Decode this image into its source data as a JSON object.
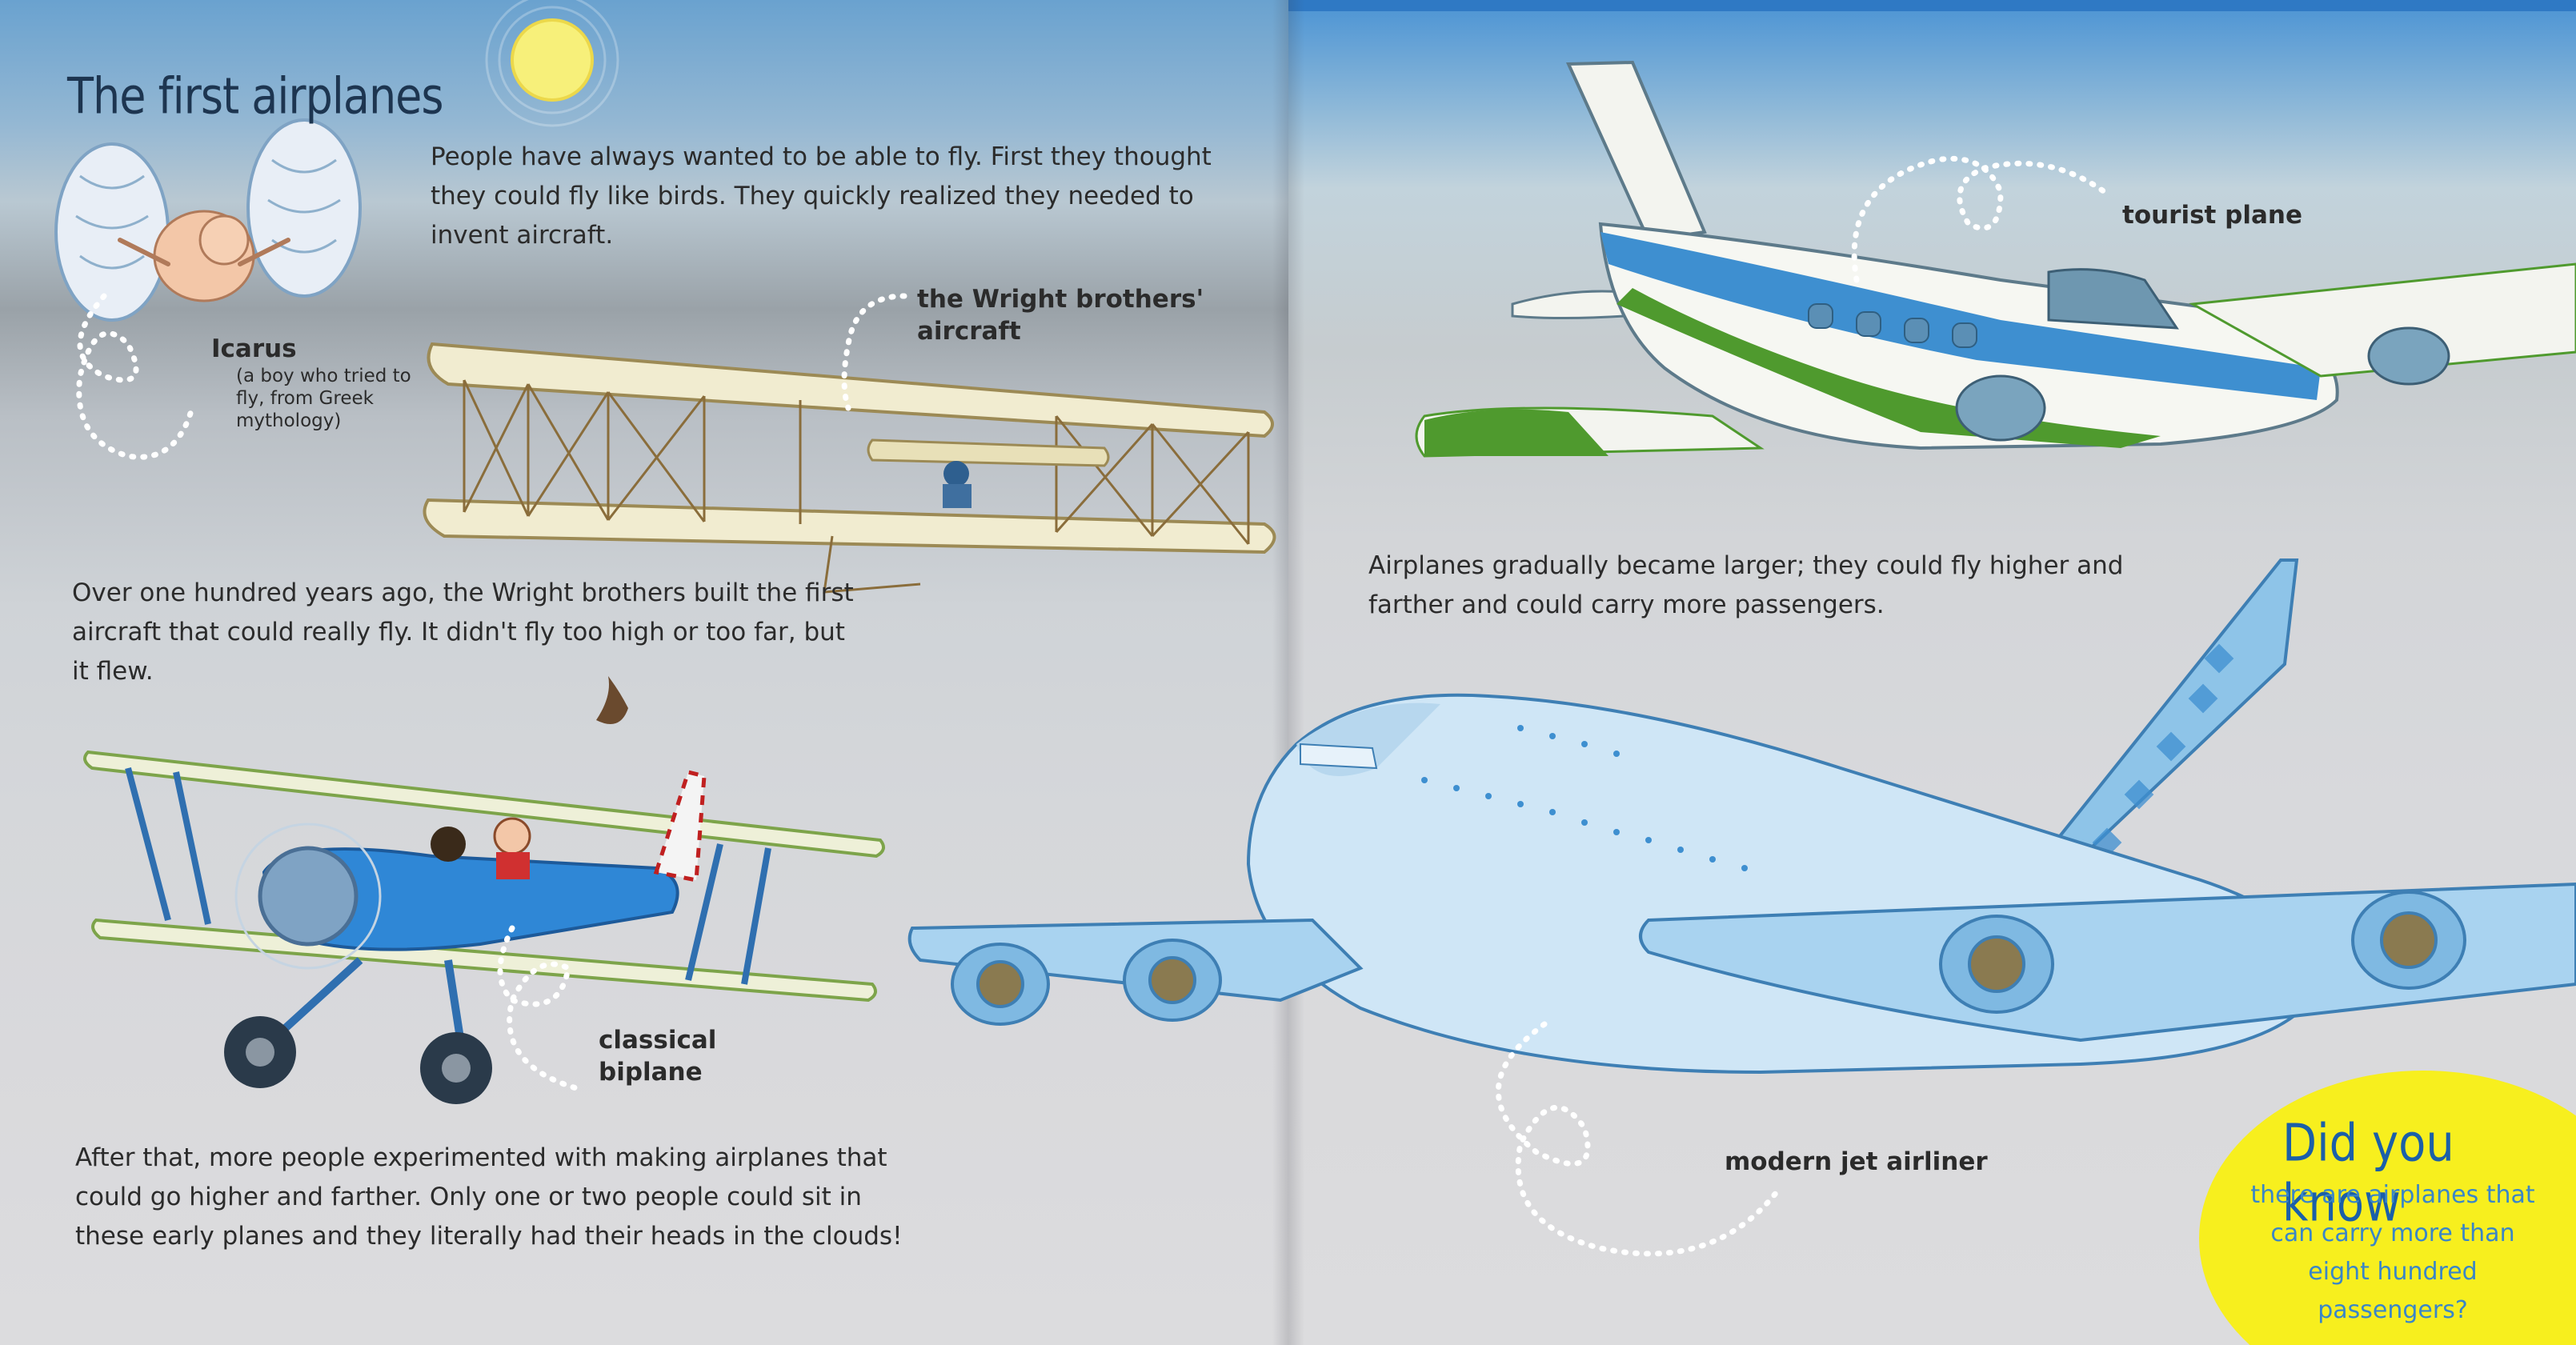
{
  "left_page": {
    "title": "The first airplanes",
    "intro": "People have always wanted to be able to fly. First they thought they could fly like birds. They quickly realized they needed to invent aircraft.",
    "icarus_label": "Icarus",
    "icarus_note": "(a boy who tried to fly, from Greek mythology)",
    "wright_label": "the Wright brothers' aircraft",
    "wright_text": "Over one hundred years ago, the Wright brothers built the first aircraft that could really fly. It didn't fly too high or too far, but it flew.",
    "biplane_label": "classical biplane",
    "experiment_text": "After that, more people experimented with making airplanes that could go higher and farther. Only one or two people could sit in these early planes and they literally had their heads in the clouds!"
  },
  "right_page": {
    "tourist_label": "tourist plane",
    "larger_text": "Airplanes gradually became larger; they could fly higher and farther and could carry more passengers.",
    "jet_label": "modern jet airliner",
    "did_you_know_title": "Did you know",
    "did_you_know_text": "there are airplanes that can carry more than eight hundred passengers?"
  },
  "colors": {
    "title": "#1d3550",
    "callout_bubble": "#f7ef1e",
    "callout_title": "#1b5fa8",
    "callout_text": "#3a86c7",
    "plane_blue": "#3e8fd0",
    "plane_green": "#4f9a2e"
  }
}
